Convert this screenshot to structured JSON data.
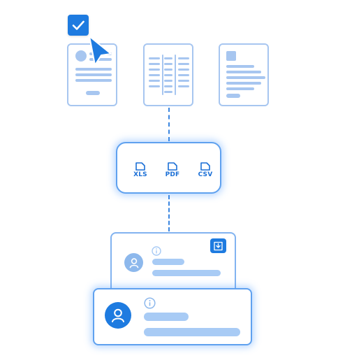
{
  "colors": {
    "accent": "#1e7be0",
    "light_outline": "#a7c6f0",
    "glow": "#5fa1ef",
    "placeholder": "#a8cbf5"
  },
  "icons": {
    "checkbox": "check-icon",
    "cursor": "cursor-arrow-icon",
    "file": "file-icon",
    "download": "download-icon",
    "info": "info-icon",
    "user": "user-icon"
  },
  "formats": [
    {
      "label": "XLS"
    },
    {
      "label": "PDF"
    },
    {
      "label": "CSV"
    }
  ]
}
